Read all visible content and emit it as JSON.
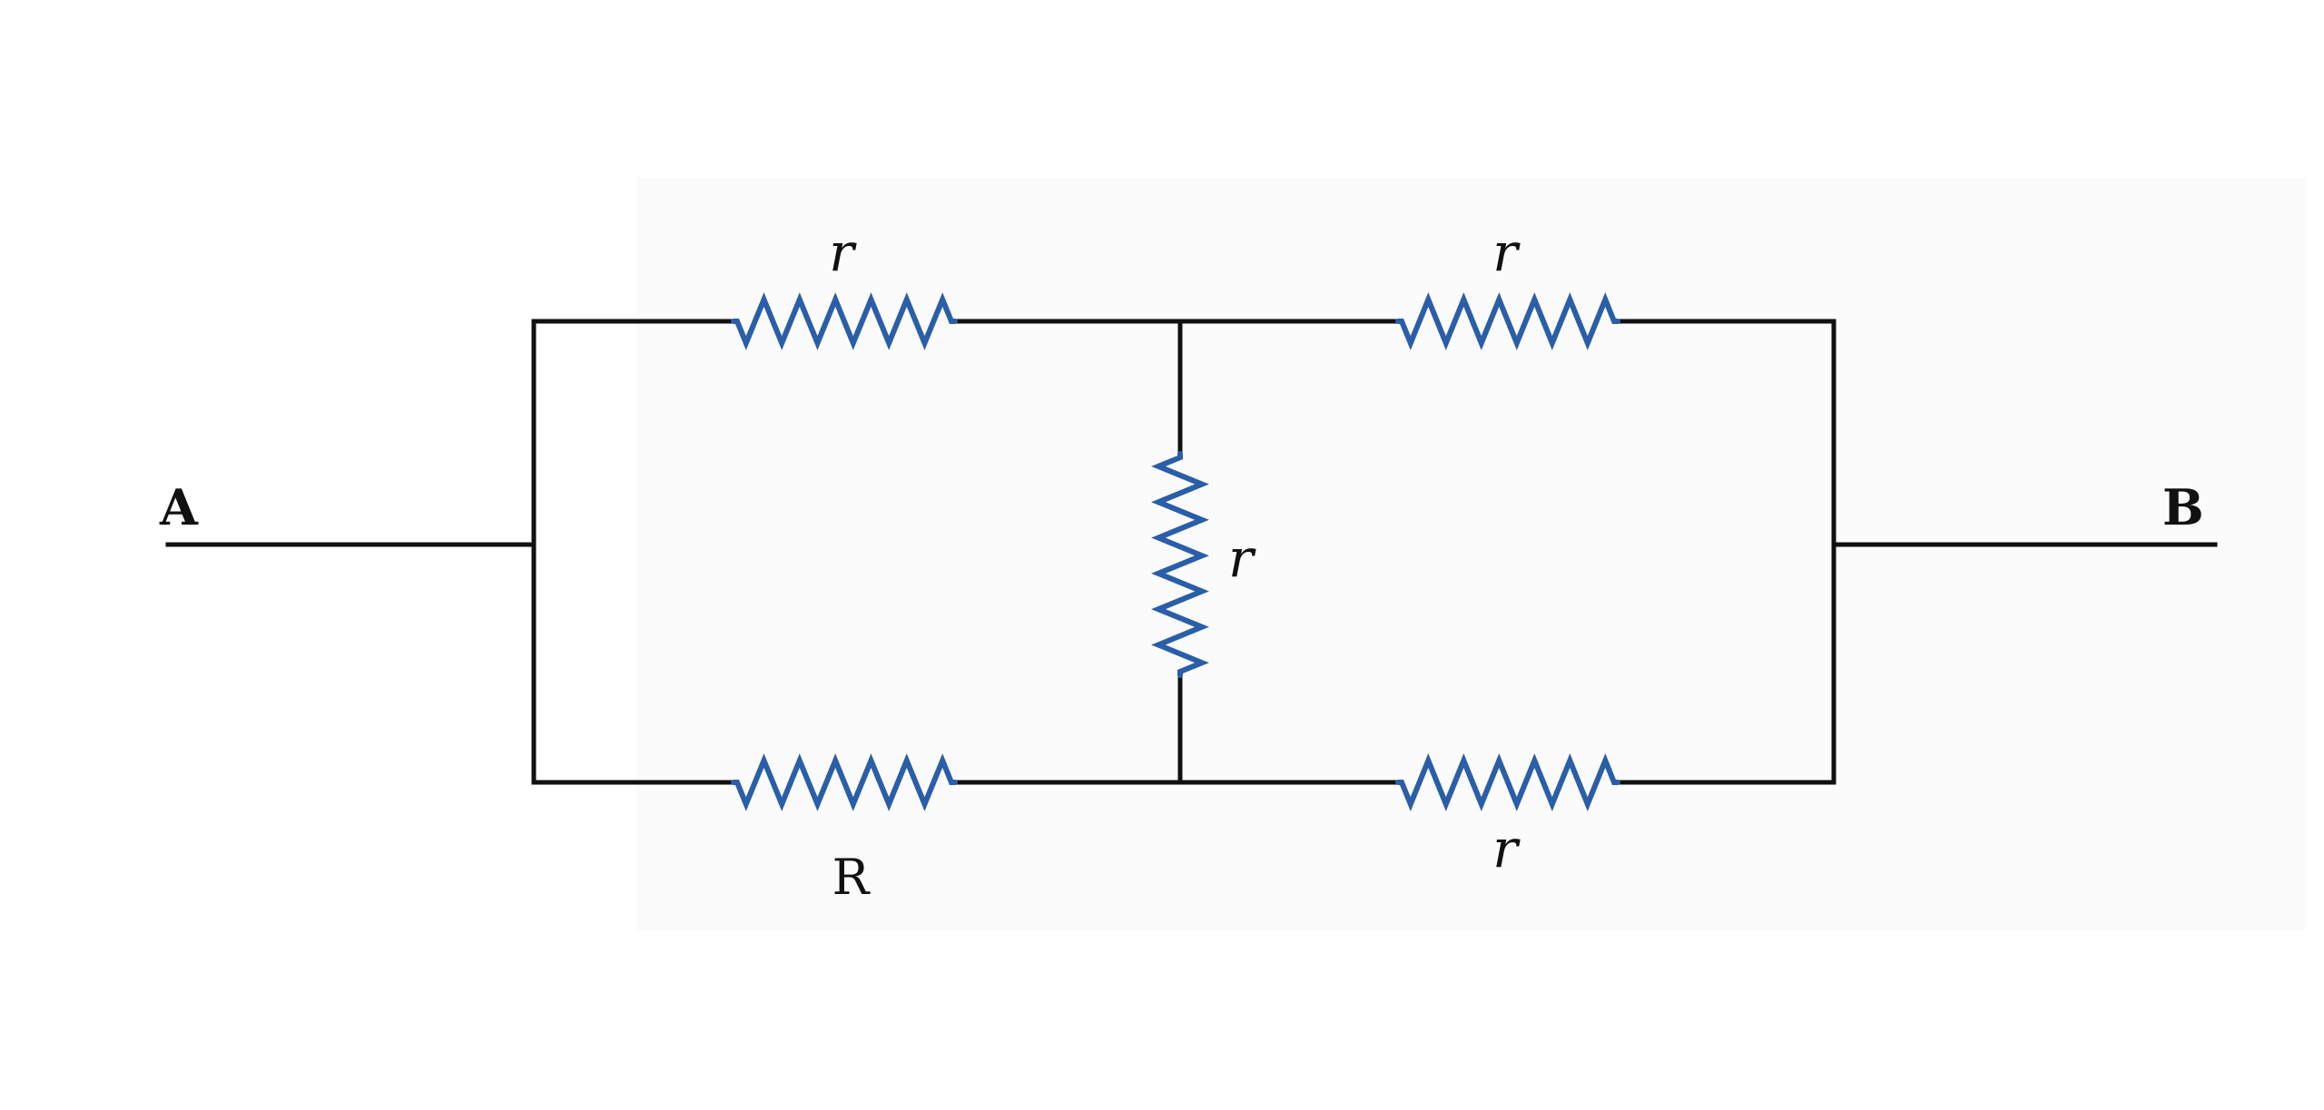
{
  "diagram": {
    "nodes": {
      "left_terminal": "A",
      "right_terminal": "B"
    },
    "resistors": {
      "top_left": "r",
      "top_right": "r",
      "middle": "r",
      "bottom_left": "R",
      "bottom_right": "r"
    },
    "colors": {
      "wire": "#111111",
      "resistor": "#2a5ea8"
    }
  }
}
